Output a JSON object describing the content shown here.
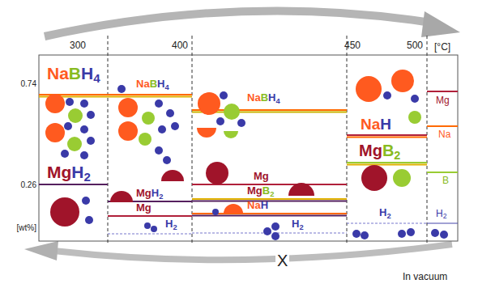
{
  "diagram": {
    "labels": [
      "300",
      "400",
      "450",
      "500",
      "[°C]",
      "0.74",
      "0.26",
      "[wt%]",
      "NaBH4",
      "MgH2",
      "NaBH4",
      "MgH2",
      "Mg",
      "H2",
      "NaBH4",
      "Mg",
      "MgB2",
      "NaH",
      "H2",
      "NaH",
      "MgB2",
      "H2",
      "Mg",
      "Na",
      "B",
      "H2",
      "X",
      "In vacuum"
    ]
  }
}
